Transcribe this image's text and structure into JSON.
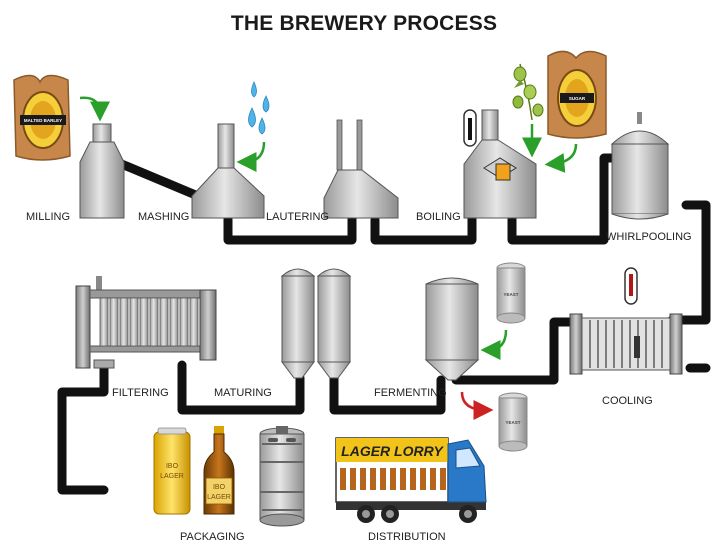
{
  "title": "THE BREWERY PROCESS",
  "steps": {
    "milling": "MILLING",
    "mashing": "MASHING",
    "lautering": "LAUTERING",
    "boiling": "BOILING",
    "whirlpooling": "WHIRLPOOLING",
    "cooling": "COOLING",
    "fermenting": "FERMENTING",
    "maturing": "MATURING",
    "filtering": "FILTERING",
    "packaging": "PACKAGING",
    "distribution": "DISTRIBUTION"
  },
  "ingredients": {
    "malted_barley": "MALTED BARLEY",
    "sugar": "SUGAR",
    "yeast_in": "YEAST",
    "yeast_out": "YEAST"
  },
  "products": {
    "can_label_1": "IBO",
    "can_label_2": "LAGER",
    "bottle_label_1": "IBO",
    "bottle_label_2": "LAGER",
    "truck_banner": "LAGER LORRY"
  },
  "colors": {
    "pipe": "#111111",
    "vessel": "#c9c9c9",
    "arrow_in": "#2aa02a",
    "arrow_out": "#cc2222",
    "sack": "#c8874a",
    "water": "#4fb3e8",
    "truck_cab": "#2a78c8"
  },
  "icons": {
    "hops": "hops-icon",
    "water": "water-drops-icon",
    "thermometer": "thermometer-icon"
  }
}
